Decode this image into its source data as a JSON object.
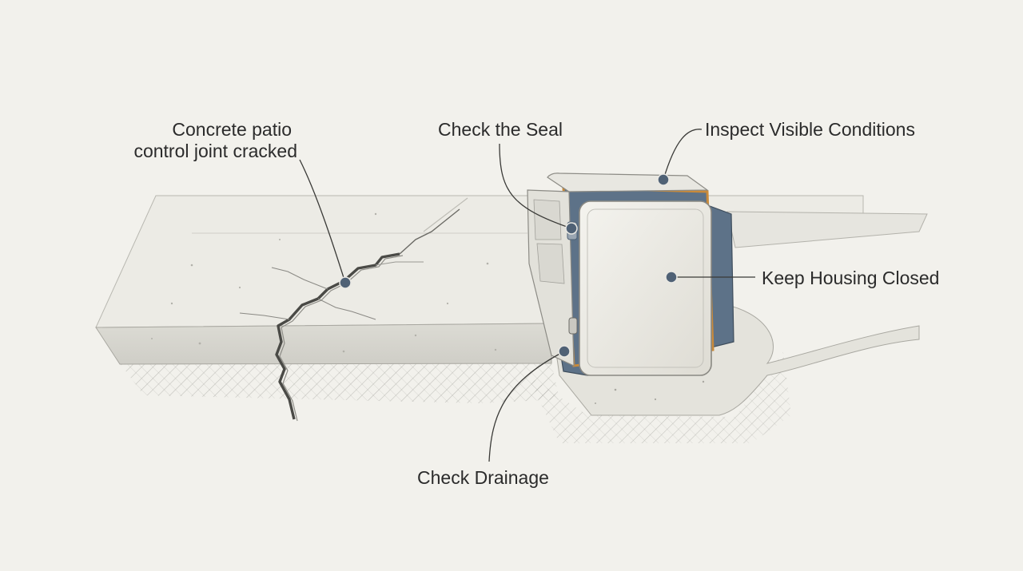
{
  "callouts": {
    "crack": {
      "line1": "Concrete patio",
      "line2": "control joint cracked"
    },
    "seal": {
      "label": "Check the Seal"
    },
    "conditions": {
      "label": "Inspect Visible Conditions"
    },
    "housing": {
      "label": "Keep Housing Closed"
    },
    "drainage": {
      "label": "Check Drainage"
    }
  },
  "colors": {
    "background": "#f2f1ec",
    "slab": "#e9e8e2",
    "housing_blue": "#5d7288",
    "gasket_orange": "#c98a3a",
    "leader_dot": "#4f6175",
    "ink": "#2b2b2b"
  }
}
